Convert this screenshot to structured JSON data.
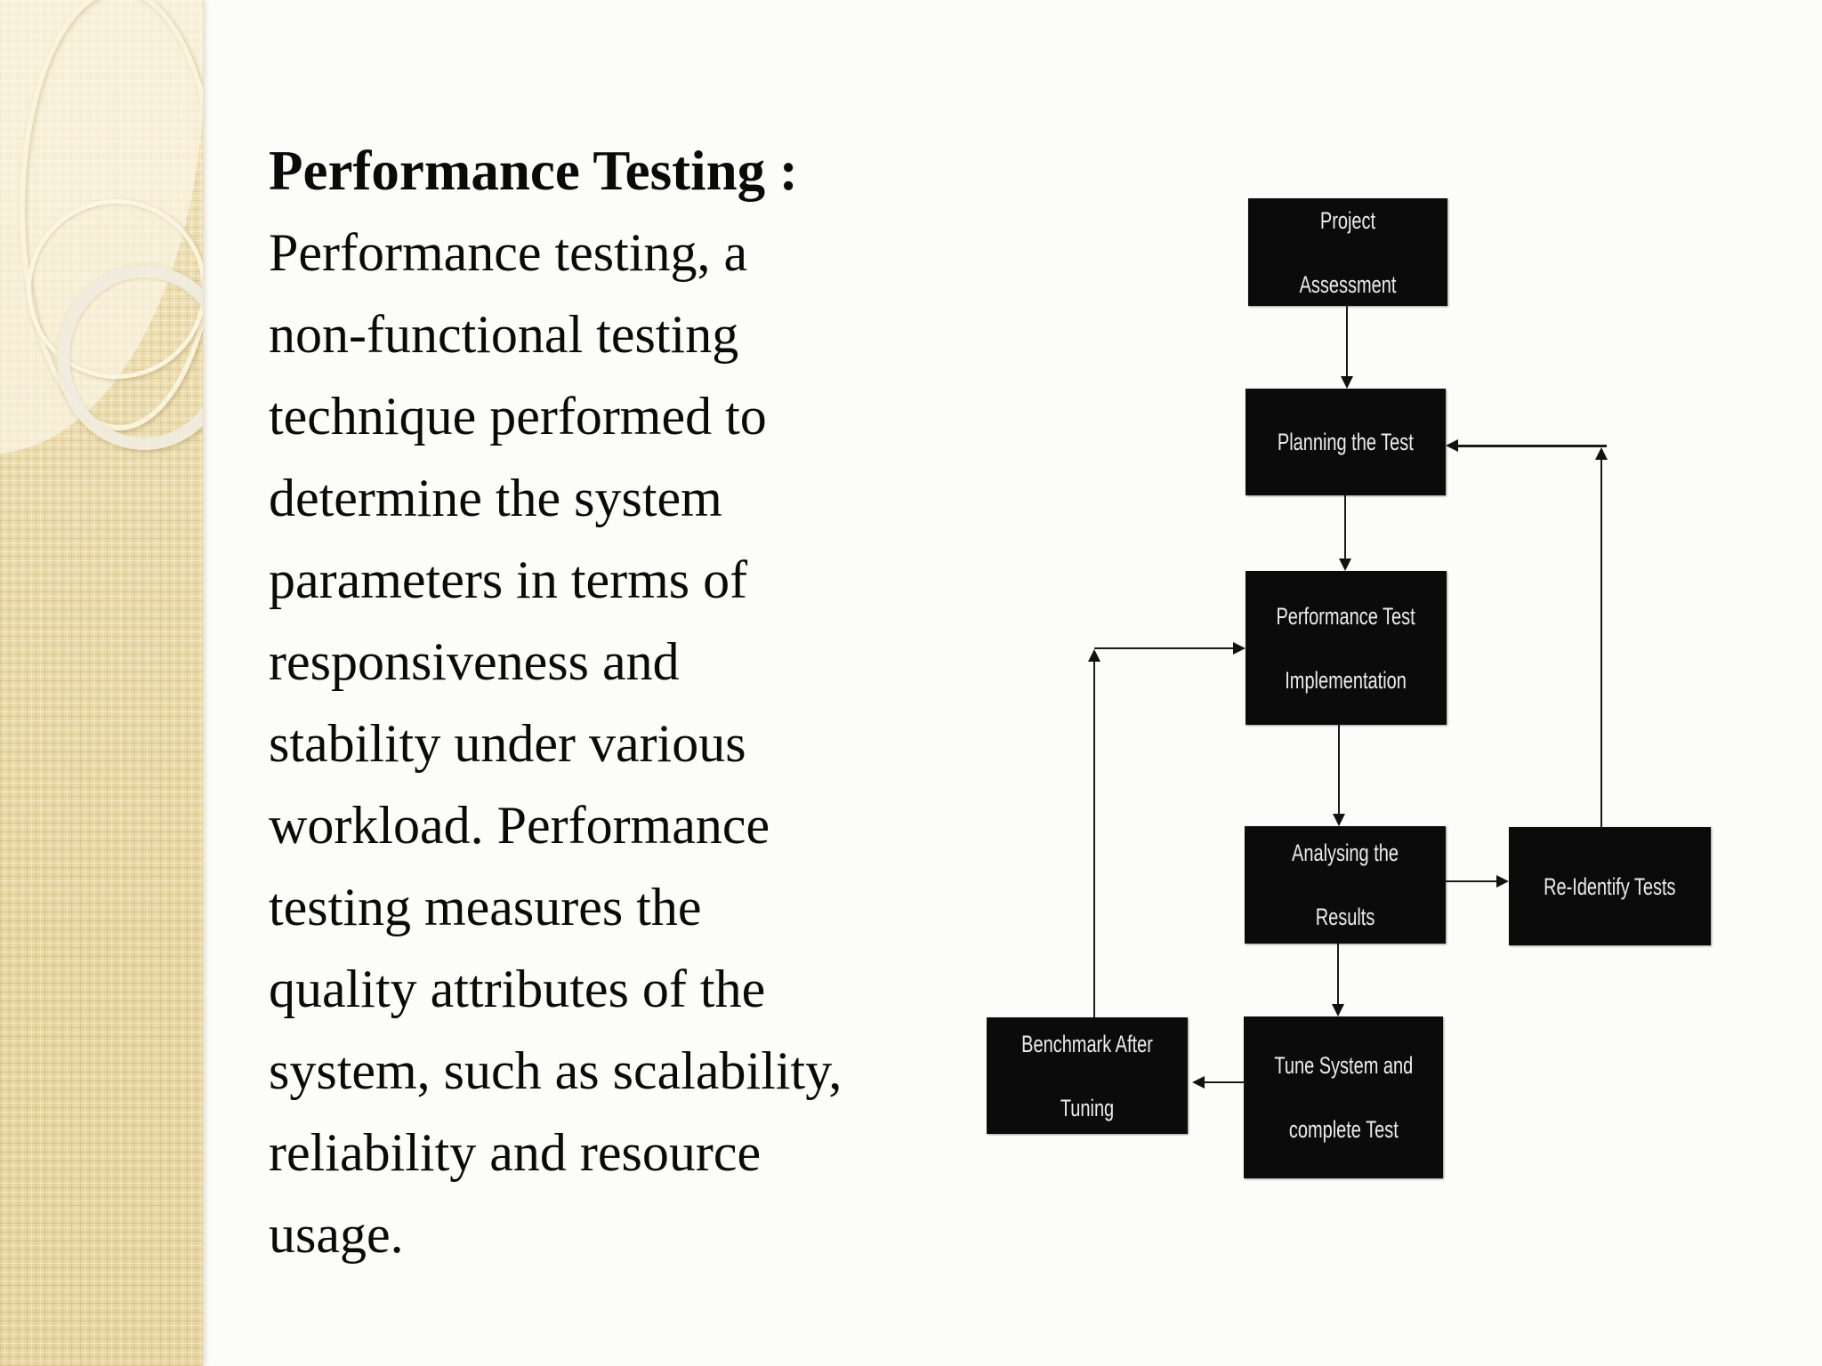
{
  "slide": {
    "title": "Performance Testing :",
    "body": "Performance testing, a\nnon-functional testing\ntechnique performed to\ndetermine the system\nparameters in terms of\nresponsiveness and\nstability under various\nworkload. Performance\ntesting measures the\nquality attributes of the\nsystem, such as scalability,\nreliability and resource\nusage."
  },
  "flowchart": {
    "nodes": [
      {
        "id": "project-assessment",
        "label": "Project Assessment"
      },
      {
        "id": "planning-the-test",
        "label": "Planning the Test"
      },
      {
        "id": "performance-test-implementation",
        "label": "Performance Test\nImplementation"
      },
      {
        "id": "analysing-the-results",
        "label": "Analysing the Results"
      },
      {
        "id": "re-identify-tests",
        "label": "Re-Identify Tests"
      },
      {
        "id": "tune-system-and-complete-test",
        "label": "Tune System and\ncomplete Test"
      },
      {
        "id": "benchmark-after-tuning",
        "label": "Benchmark After Tuning"
      }
    ],
    "edges": [
      {
        "from": "project-assessment",
        "to": "planning-the-test"
      },
      {
        "from": "planning-the-test",
        "to": "performance-test-implementation"
      },
      {
        "from": "performance-test-implementation",
        "to": "analysing-the-results"
      },
      {
        "from": "analysing-the-results",
        "to": "re-identify-tests"
      },
      {
        "from": "analysing-the-results",
        "to": "tune-system-and-complete-test"
      },
      {
        "from": "tune-system-and-complete-test",
        "to": "benchmark-after-tuning"
      },
      {
        "from": "re-identify-tests",
        "to": "planning-the-test"
      },
      {
        "from": "benchmark-after-tuning",
        "to": "performance-test-implementation"
      }
    ]
  },
  "colors": {
    "sidebar_bg": "#ebdcaa",
    "sidebar_ring": "#faf3dd",
    "node_bg": "#0b0b0b",
    "node_text": "#ececec",
    "connector": "#1a1a1a",
    "page_bg": "#fcfcfa",
    "body_text": "#0a0a0a"
  }
}
